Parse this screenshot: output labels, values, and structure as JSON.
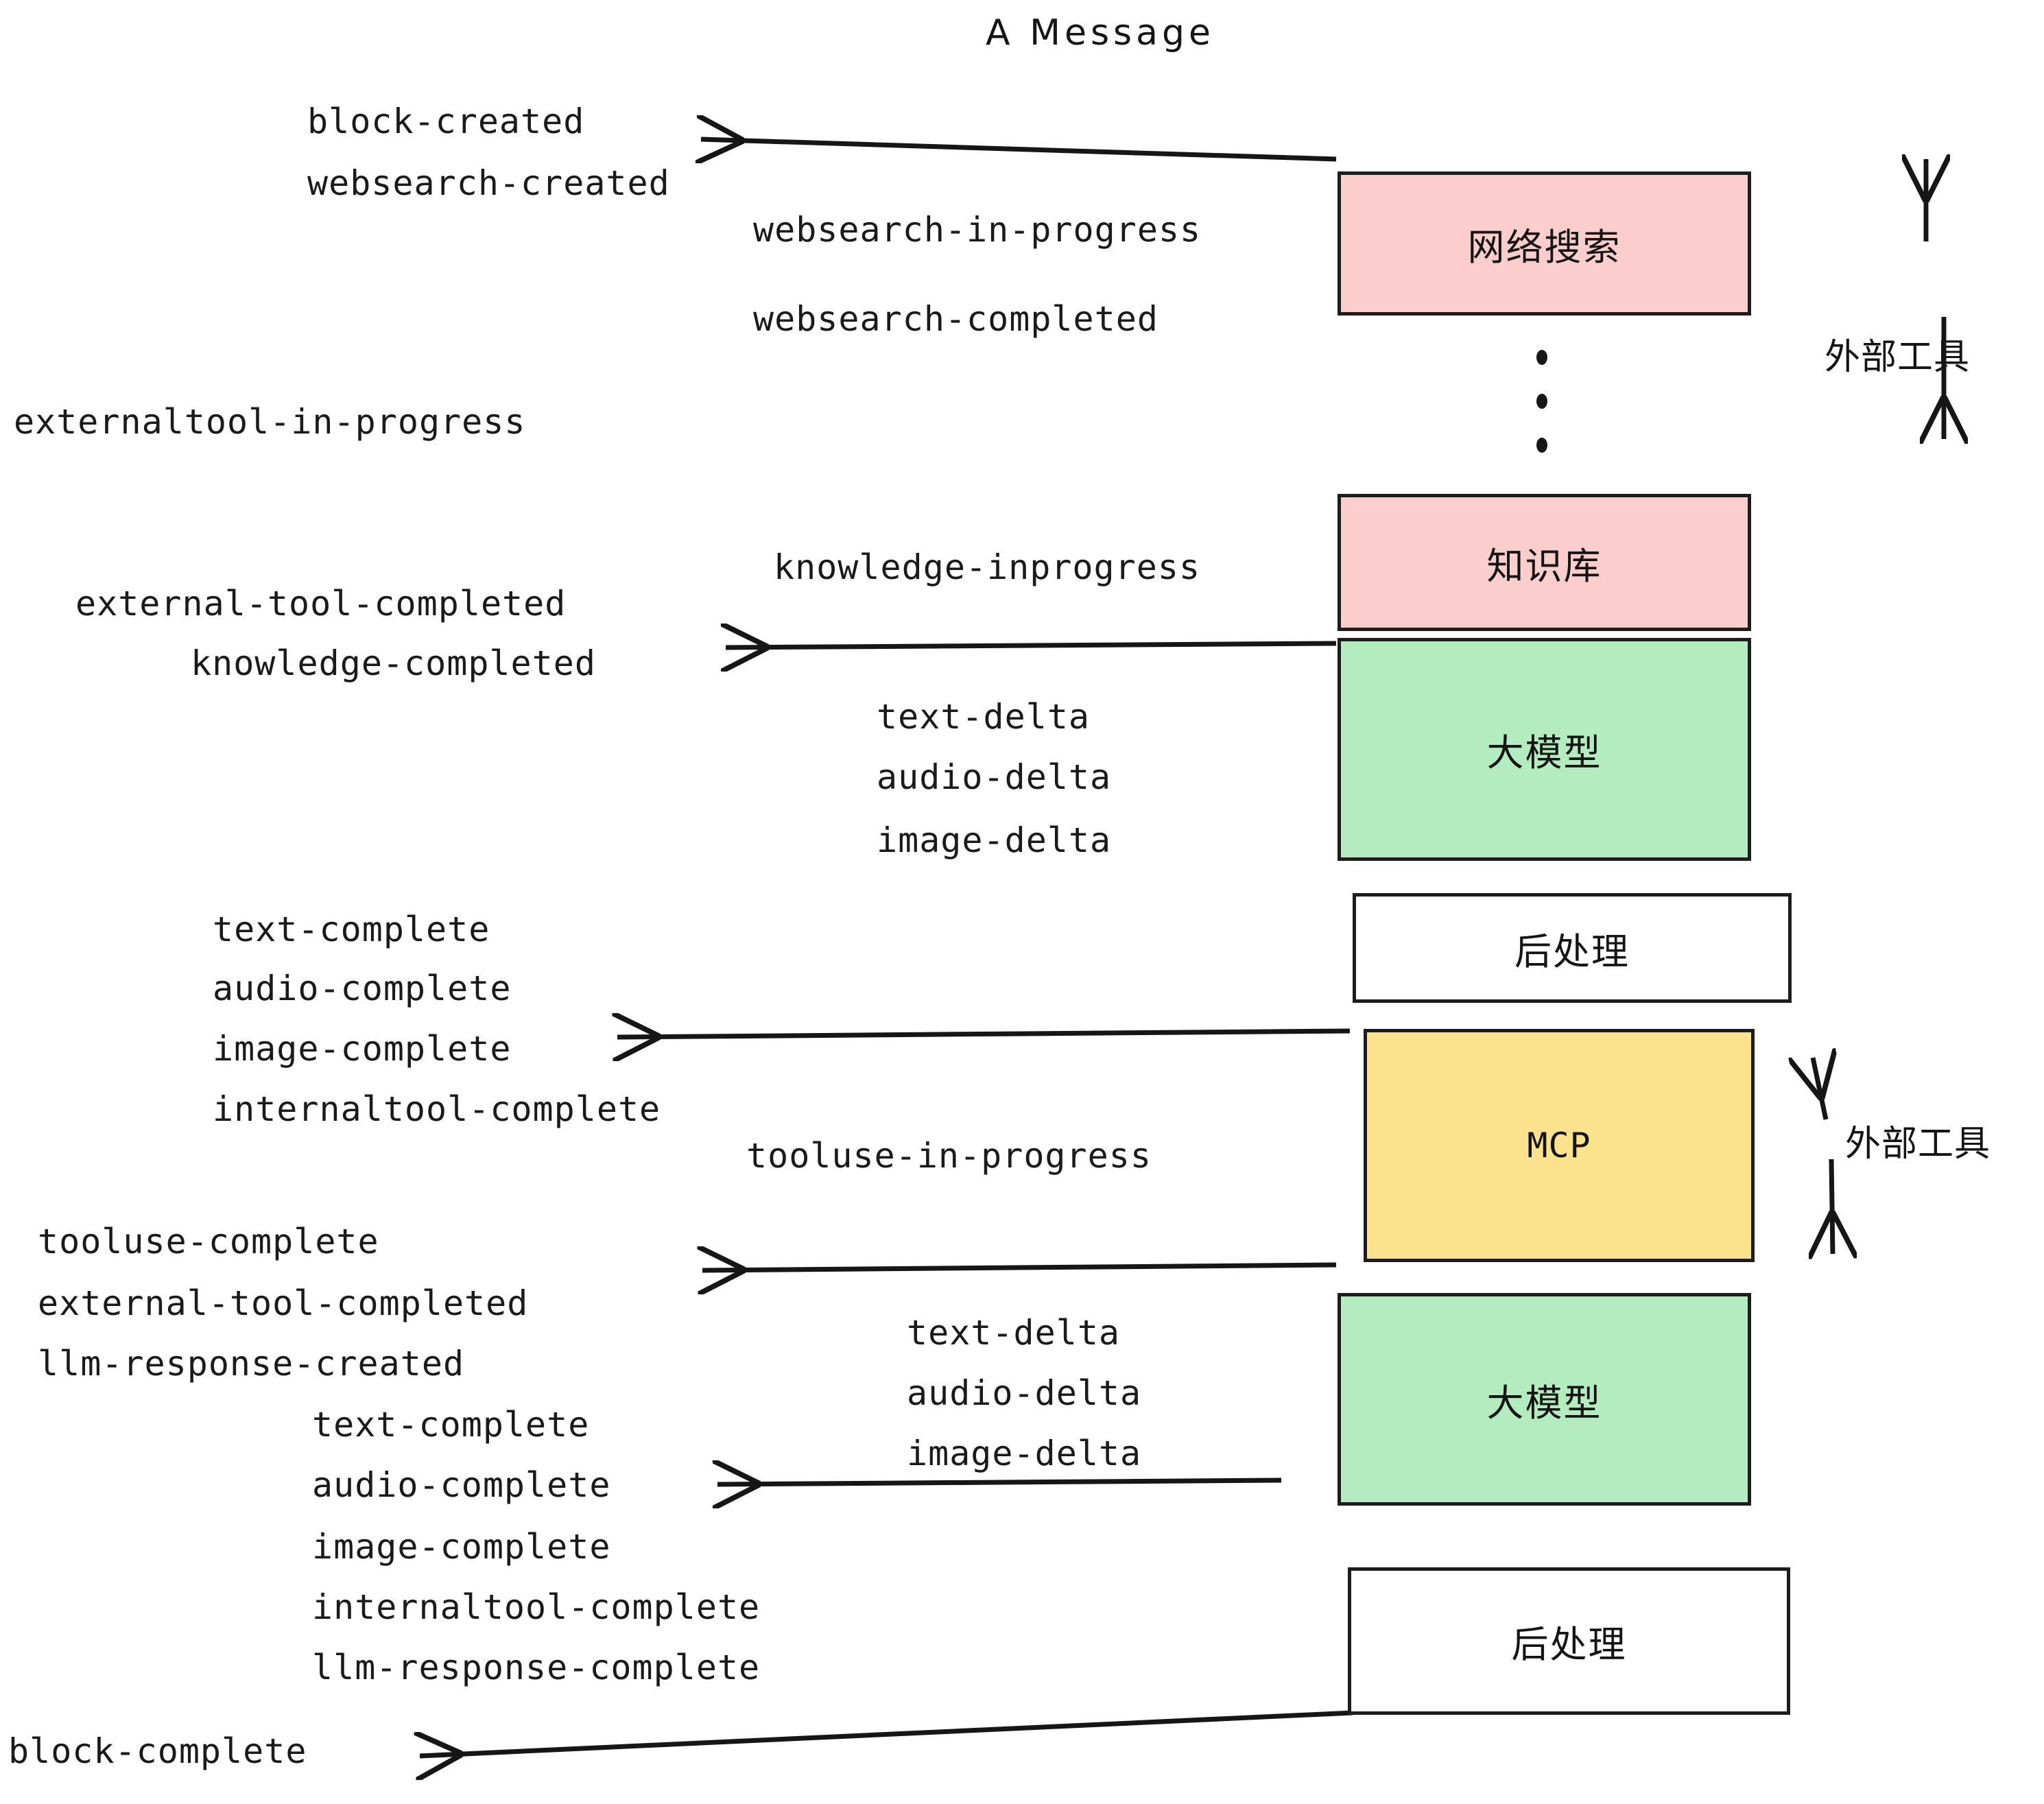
{
  "title": "A Message",
  "colors": {
    "pink": "#fbcdcd",
    "green": "#b3ecbf",
    "yellow": "#fbe28d",
    "white": "#ffffff",
    "stroke": "#1d1d1d",
    "text": "#1a1a1a",
    "background": "#ffffff"
  },
  "nodes": [
    {
      "id": "websearch",
      "label": "网络搜索",
      "fill": "pink"
    },
    {
      "id": "knowledge",
      "label": "知识库",
      "fill": "pink"
    },
    {
      "id": "llm-top",
      "label": "大模型",
      "fill": "green"
    },
    {
      "id": "postprocess-top",
      "label": "后处理",
      "fill": "white"
    },
    {
      "id": "mcp",
      "label": "MCP",
      "fill": "yellow"
    },
    {
      "id": "llm-bottom",
      "label": "大模型",
      "fill": "green"
    },
    {
      "id": "postprocess-bottom",
      "label": "后处理",
      "fill": "white"
    }
  ],
  "side_labels": [
    {
      "id": "external-tools-top",
      "text": "外部工具"
    },
    {
      "id": "external-tools-bottom",
      "text": "外部工具"
    }
  ],
  "events": {
    "block_created": "block-created",
    "websearch_created": "websearch-created",
    "websearch_in_progress": "websearch-in-progress",
    "websearch_completed": "websearch-completed",
    "externaltool_in_progress": "externaltool-in-progress",
    "knowledge_inprogress": "knowledge-inprogress",
    "external_tool_completed_1": "external-tool-completed",
    "knowledge_completed": "knowledge-completed",
    "text_delta_1": "text-delta",
    "audio_delta_1": "audio-delta",
    "image_delta_1": "image-delta",
    "text_complete_1": "text-complete",
    "audio_complete_1": "audio-complete",
    "image_complete_1": "image-complete",
    "internaltool_complete_1": "internaltool-complete",
    "tooluse_in_progress": "tooluse-in-progress",
    "tooluse_complete": "tooluse-complete",
    "external_tool_completed_2": "external-tool-completed",
    "llm_response_created": "llm-response-created",
    "text_delta_2": "text-delta",
    "audio_delta_2": "audio-delta",
    "image_delta_2": "image-delta",
    "text_complete_2": "text-complete",
    "audio_complete_2": "audio-complete",
    "image_complete_2": "image-complete",
    "internaltool_complete_2": "internaltool-complete",
    "llm_response_complete": "llm-response-complete",
    "block_complete": "block-complete"
  }
}
